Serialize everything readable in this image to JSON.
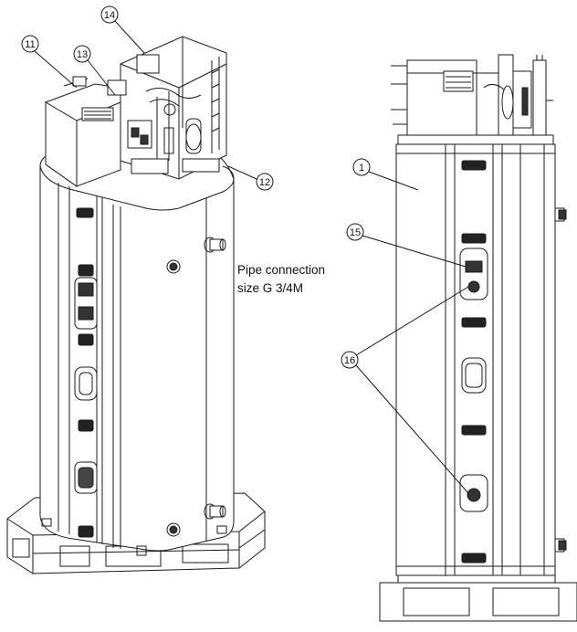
{
  "callouts": {
    "c1": "1",
    "c11": "11",
    "c12": "12",
    "c13": "13",
    "c14": "14",
    "c15": "15",
    "c16": "16"
  },
  "annotation": {
    "line1": "Pipe connection",
    "line2": "size G 3/4M"
  }
}
